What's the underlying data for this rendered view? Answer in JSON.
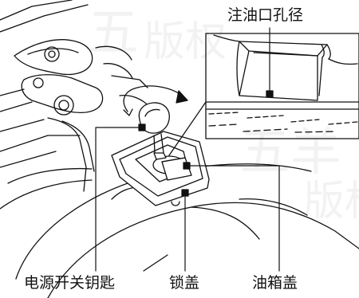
{
  "labels": {
    "fuel_inlet_diameter": "注油口孔径",
    "ignition_key": "电源开关钥匙",
    "lock_cover": "锁盖",
    "fuel_tank_cap": "油箱盖"
  },
  "watermark": [
    "五",
    "版权",
    "五羊",
    "版权"
  ]
}
